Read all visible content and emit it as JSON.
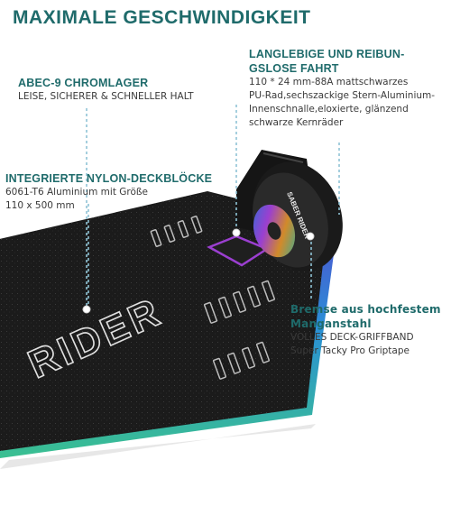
{
  "headline": "MAXIMALE GESCHWINDIGKEIT",
  "features": {
    "bearing": {
      "title": "ABEC-9 CHROMLAGER",
      "desc": "LEISE, SICHERER & SCHNELLER HALT"
    },
    "wheel": {
      "title_l1": "LANGLEBIGE UND REIBUN-",
      "title_l2": "GSLOSE FAHRT",
      "desc_l1": "110 * 24 mm-88A mattschwarzes",
      "desc_l2": "PU-Rad,sechszackige Stern-Aluminium-",
      "desc_l3": "Innenschnalle,eloxierte, glänzend",
      "desc_l4": "schwarze Kernräder"
    },
    "deck": {
      "title": "INTEGRIERTE NYLON-DECKBLÖCKE",
      "desc_l1": "6061-T6 Aluminium mit Größe",
      "desc_l2": "110 x 500 mm"
    },
    "brake": {
      "title_l1": "Bremse aus hochfestem",
      "title_l2": "Manganstahl",
      "desc_l1": "VOLLES DECK-GRIFFBAND",
      "desc_l2": "Super Tacky Pro Griptape"
    }
  },
  "illustration": {
    "deck_graphic_text": "RIDER",
    "wheel_text": "SABER RIDER"
  },
  "colors": {
    "accent": "#1f6b6b",
    "deck": "#1b1b1b",
    "anodized_purple": "#9b3fd0",
    "anodized_blue": "#2a6fd6"
  }
}
